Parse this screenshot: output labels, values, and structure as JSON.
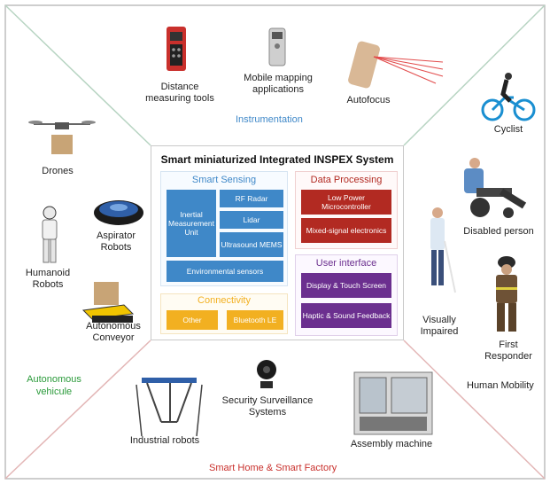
{
  "sectors": {
    "top": "Instrumentation",
    "right": "Human Mobility",
    "bottom": "Smart Home & Smart Factory",
    "left": "Autonomous vehicule"
  },
  "items": {
    "distance_tools": "Distance measuring tools",
    "mobile_mapping": "Mobile mapping applications",
    "autofocus": "Autofocus",
    "cyclist": "Cyclist",
    "disabled_person": "Disabled person",
    "visually_impaired": "Visually Impaired",
    "first_responder": "First Responder",
    "drones": "Drones",
    "aspirator_robots": "Aspirator Robots",
    "humanoid_robots": "Humanoid Robots",
    "autonomous_conveyor": "Autonomous Conveyor",
    "industrial_robots": "Industrial robots",
    "security_surveillance": "Security Surveillance Systems",
    "assembly_machine": "Assembly machine"
  },
  "center": {
    "title": "Smart miniaturized Integrated INSPEX System",
    "smart_sensing": {
      "title": "Smart Sensing",
      "imu": "Inertial Measurement Unit",
      "rf_radar": "RF Radar",
      "lidar": "Lidar",
      "ultrasound": "Ultrasound MEMS",
      "environmental": "Environmental sensors"
    },
    "data_processing": {
      "title": "Data Processing",
      "mcu": "Low Power Microcontroller",
      "mixed": "Mixed-signal electronics"
    },
    "user_interface": {
      "title": "User interface",
      "display": "Display & Touch Screen",
      "haptic": "Haptic & Sound Feedback"
    },
    "connectivity": {
      "title": "Connectivity",
      "other": "Other",
      "bluetooth": "Bluetooth LE"
    }
  },
  "colors": {
    "blue": "#3f88c8",
    "red": "#b22a22",
    "purple": "#6b2f8f",
    "yellow": "#f2b021",
    "green": "#2a9a3a"
  }
}
